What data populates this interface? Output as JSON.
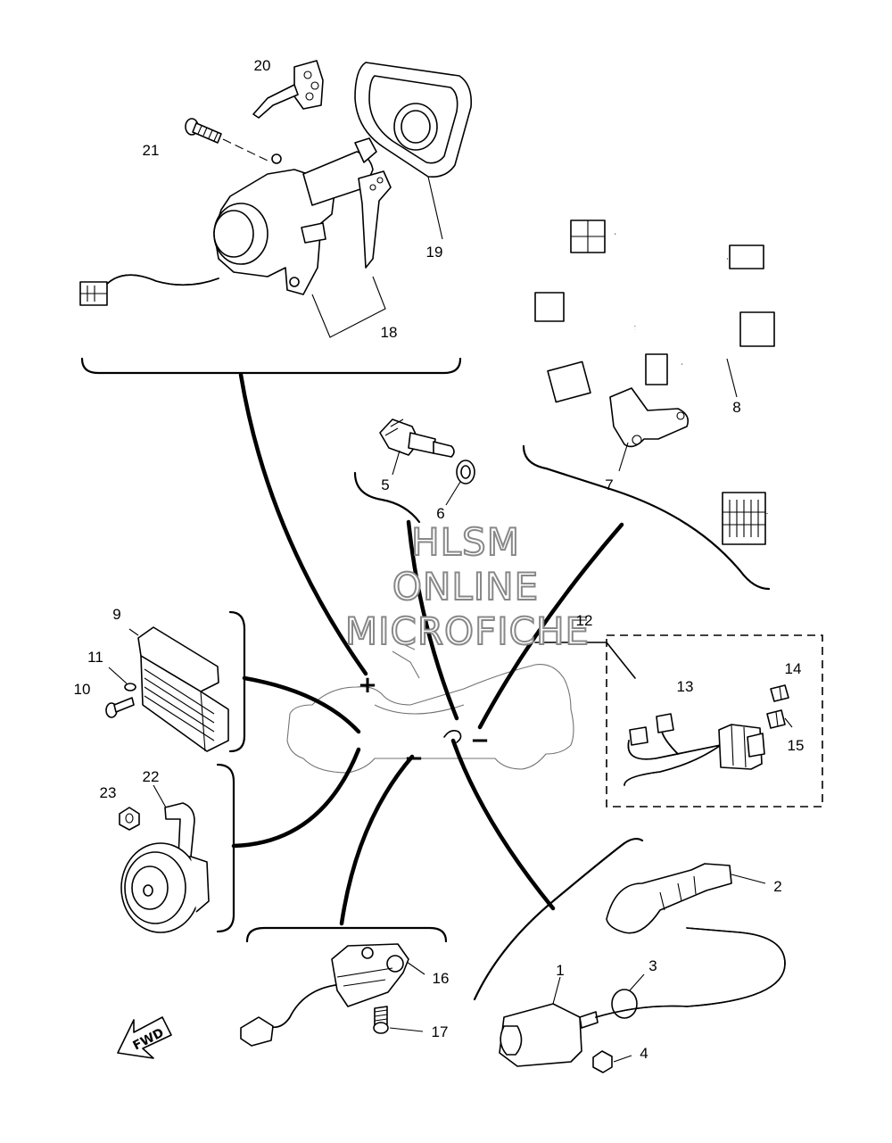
{
  "callouts": [
    "1",
    "2",
    "3",
    "4",
    "5",
    "6",
    "7",
    "8",
    "9",
    "10",
    "11",
    "12",
    "13",
    "14",
    "15",
    "16",
    "17",
    "18",
    "19",
    "20",
    "21",
    "22",
    "23"
  ],
  "watermark": {
    "line1": "HLSM",
    "line2": "ONLINE",
    "line3": "MICROFICHE"
  },
  "fwd_label": "FWD",
  "terminal_signs": {
    "plus": "+",
    "minus": "−"
  }
}
